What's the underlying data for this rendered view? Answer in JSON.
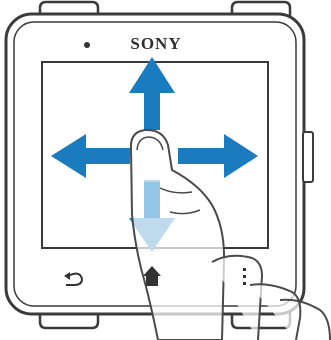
{
  "device": {
    "brand": "SONY",
    "colors": {
      "outline": "#3a3a3a",
      "arrow": "#1a7bbf",
      "arrow_light": "#6fb4e2",
      "finger_outline": "#4a4a4a"
    }
  },
  "gesture": {
    "directions": [
      "up",
      "down",
      "left",
      "right"
    ]
  },
  "nav_bar": {
    "icons": [
      "back-icon",
      "home-icon",
      "menu-icon"
    ]
  }
}
